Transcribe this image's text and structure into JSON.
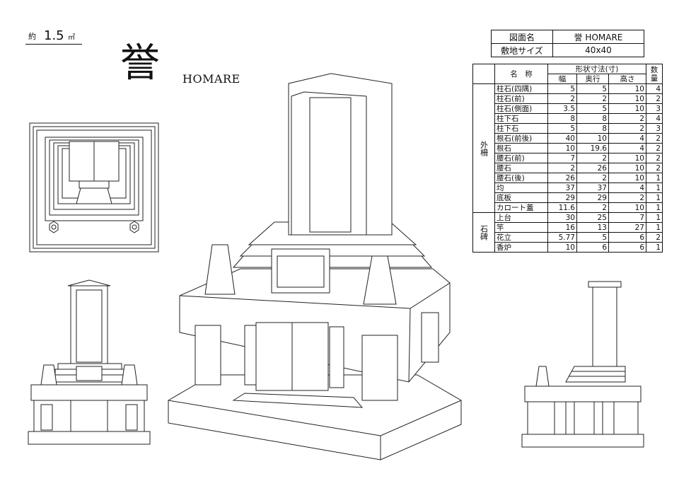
{
  "area": {
    "label": "約",
    "value": "1.5",
    "unit": "㎡"
  },
  "product": {
    "kanji": "誉",
    "name": "HOMARE"
  },
  "title_table": {
    "drawing_name_label": "図面名",
    "drawing_name_value": "誉 HOMARE",
    "site_size_label": "敷地サイズ",
    "site_size_value": "40x40"
  },
  "dimension_table": {
    "header": {
      "name": "名　称",
      "dims_group": "形状寸法(寸)",
      "width": "幅",
      "depth": "奥行",
      "height": "高さ",
      "qty": "数量"
    },
    "groups": [
      {
        "label": "外柵",
        "rows": [
          {
            "name": "柱石(四隅)",
            "width": "5",
            "depth": "5",
            "height": "10",
            "qty": "4"
          },
          {
            "name": "柱石(前)",
            "width": "2",
            "depth": "2",
            "height": "10",
            "qty": "2"
          },
          {
            "name": "柱石(側面)",
            "width": "3.5",
            "depth": "5",
            "height": "10",
            "qty": "3"
          },
          {
            "name": "柱下石",
            "width": "8",
            "depth": "8",
            "height": "2",
            "qty": "4"
          },
          {
            "name": "柱下石",
            "width": "5",
            "depth": "8",
            "height": "2",
            "qty": "3"
          },
          {
            "name": "根石(前後)",
            "width": "40",
            "depth": "10",
            "height": "4",
            "qty": "2"
          },
          {
            "name": "根石",
            "width": "10",
            "depth": "19.6",
            "height": "4",
            "qty": "2"
          },
          {
            "name": "腰石(前)",
            "width": "7",
            "depth": "2",
            "height": "10",
            "qty": "2"
          },
          {
            "name": "腰石",
            "width": "2",
            "depth": "26",
            "height": "10",
            "qty": "2"
          },
          {
            "name": "腰石(後)",
            "width": "26",
            "depth": "2",
            "height": "10",
            "qty": "1"
          },
          {
            "name": "均",
            "width": "37",
            "depth": "37",
            "height": "4",
            "qty": "1"
          },
          {
            "name": "底板",
            "width": "29",
            "depth": "29",
            "height": "2",
            "qty": "1"
          },
          {
            "name": "カロート蓋",
            "width": "11.6",
            "depth": "2",
            "height": "10",
            "qty": "1"
          }
        ]
      },
      {
        "label": "石碑",
        "rows": [
          {
            "name": "上台",
            "width": "30",
            "depth": "25",
            "height": "7",
            "qty": "1"
          },
          {
            "name": "竿",
            "width": "16",
            "depth": "13",
            "height": "27",
            "qty": "1"
          },
          {
            "name": "花立",
            "width": "5.77",
            "depth": "5",
            "height": "6",
            "qty": "2"
          },
          {
            "name": "香炉",
            "width": "10",
            "depth": "6",
            "height": "6",
            "qty": "1"
          }
        ]
      }
    ]
  }
}
